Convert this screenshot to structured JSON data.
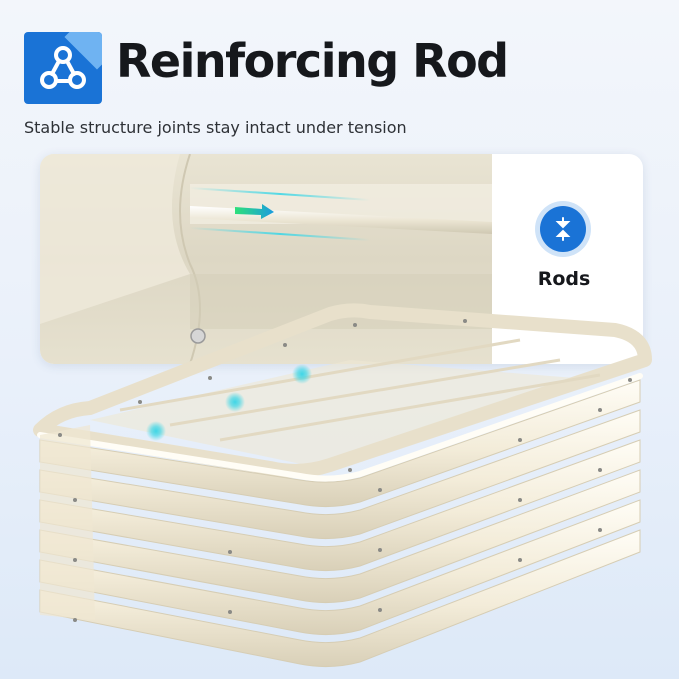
{
  "header": {
    "icon": "share-nodes-icon",
    "title": "Reinforcing Rod",
    "subtitle": "Stable structure joints stay intact under tension"
  },
  "detail_card": {
    "badge_icon": "compress-arrows-icon",
    "badge_label": "Rods"
  },
  "colors": {
    "accent_blue": "#1a73d6",
    "highlight_cyan": "#3fd6e6",
    "highlight_green": "#2ee07a",
    "bed_cream": "#f3ecd9"
  }
}
